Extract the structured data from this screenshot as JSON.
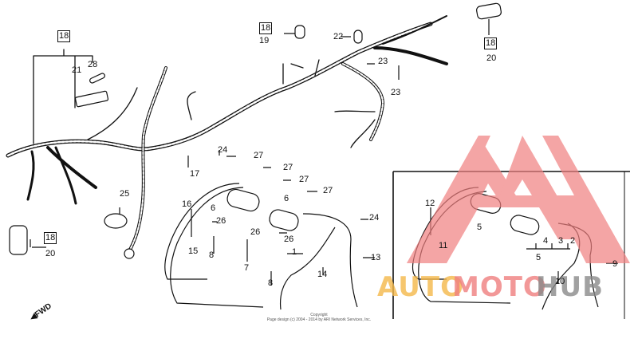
{
  "diagram": {
    "type": "parts-exploded-view",
    "subject": "Wire harness / ignition coil"
  },
  "callouts": {
    "c1": "1",
    "c2": "2",
    "c3": "3",
    "c4": "4",
    "c5a": "5",
    "c5b": "5",
    "c6a": "6",
    "c6b": "6",
    "c7": "7",
    "c8a": "8",
    "c8b": "8",
    "c9": "9",
    "c10": "10",
    "c11": "11",
    "c12": "12",
    "c13": "13",
    "c14": "14",
    "c15": "15",
    "c16": "16",
    "c17": "17",
    "c19": "19",
    "c20a": "20",
    "c20b": "20",
    "c21": "21",
    "c22": "22",
    "c23a": "23",
    "c23b": "23",
    "c24a": "24",
    "c24b": "24",
    "c25": "25",
    "c26a": "26",
    "c26b": "26",
    "c26c": "26",
    "c27a": "27",
    "c27b": "27",
    "c27c": "27",
    "c27d": "27",
    "c28": "28"
  },
  "boxed_refs": {
    "b1": "18",
    "b2": "18",
    "b3": "18",
    "b4": "18"
  },
  "direction": {
    "label": "FWD"
  },
  "copyright": {
    "line1": "Copyright",
    "line2": "Page design (c) 2004 - 2014 by ARI Network Services, Inc."
  },
  "watermark": {
    "part1": "AUTO",
    "part2": "MOTO",
    "part3": "HUB",
    "color1": "#f5b94a",
    "color2": "#f07f7f",
    "color3": "#8a8a8a",
    "logo_color": "#f07f7f"
  }
}
